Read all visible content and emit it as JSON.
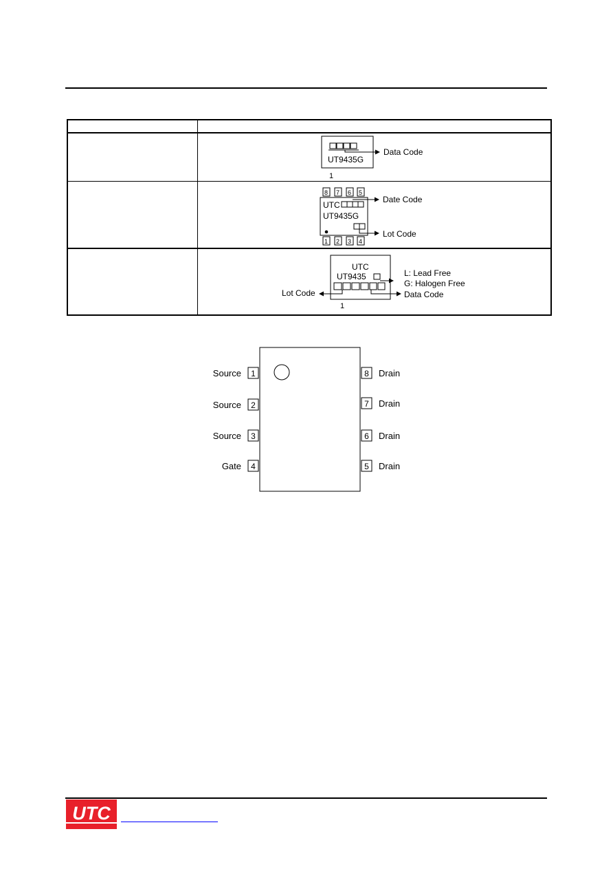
{
  "marking_table": {
    "header": [
      "",
      ""
    ],
    "rows": [
      {
        "package": "",
        "chip": {
          "part": "UT9435G",
          "pin_one": "1",
          "callouts": [
            "Data Code"
          ]
        }
      },
      {
        "package": "",
        "chip": {
          "brand": "UTC",
          "part": "UT9435G",
          "top_pins": [
            "8",
            "7",
            "6",
            "5"
          ],
          "bottom_pins": [
            "1",
            "2",
            "3",
            "4"
          ],
          "callouts": [
            "Date Code",
            "Lot Code"
          ]
        }
      },
      {
        "package": "",
        "chip": {
          "brand": "UTC",
          "part": "UT9435",
          "pin_one": "1",
          "callouts": [
            "L: Lead Free",
            "G: Halogen Free",
            "Lot Code",
            "Data Code"
          ]
        }
      }
    ]
  },
  "pinout": {
    "left_pins": [
      {
        "number": "1",
        "name": "Source"
      },
      {
        "number": "2",
        "name": "Source"
      },
      {
        "number": "3",
        "name": "Source"
      },
      {
        "number": "4",
        "name": "Gate"
      }
    ],
    "right_pins": [
      {
        "number": "8",
        "name": "Drain"
      },
      {
        "number": "7",
        "name": "Drain"
      },
      {
        "number": "6",
        "name": "Drain"
      },
      {
        "number": "5",
        "name": "Drain"
      }
    ]
  },
  "footer": {
    "logo_text": "UTC",
    "logo_color": "#e8202a",
    "link_color": "#0000ff",
    "link_text": ""
  }
}
